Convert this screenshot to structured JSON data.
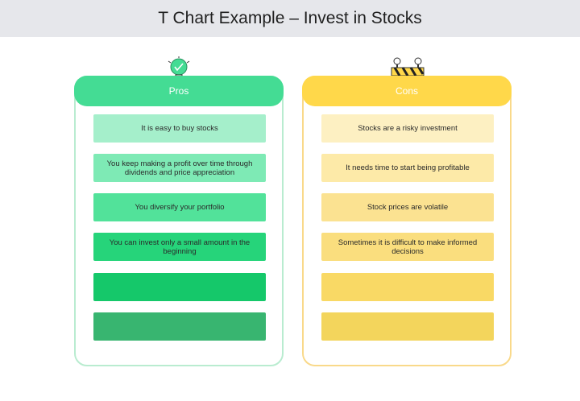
{
  "title": "T Chart Example – Invest in Stocks",
  "pros": {
    "label": "Pros",
    "icon": "lightbulb-icon",
    "items": [
      "It is easy to buy stocks",
      "You keep making a profit over time through dividends and price appreciation",
      "You diversify your portfolio",
      "You can invest only a small amount in the beginning",
      "",
      ""
    ],
    "item_colors": [
      "#a5efcb",
      "#7eeab5",
      "#52e29a",
      "#26d47a",
      "#15c86a",
      "#38b570"
    ],
    "header_color": "#44dc94",
    "border_color": "#b9ecd0"
  },
  "cons": {
    "label": "Cons",
    "icon": "caution-barrier-icon",
    "items": [
      "Stocks are a risky investment",
      "It needs time to start being profitable",
      "Stock prices are volatile",
      "Sometimes it is difficult to make informed decisions",
      "",
      ""
    ],
    "item_colors": [
      "#fdf0c2",
      "#fdeaa8",
      "#fbe291",
      "#fade7e",
      "#f9d965",
      "#f3d55c"
    ],
    "header_color": "#ffd84a",
    "border_color": "#f9d98a"
  }
}
